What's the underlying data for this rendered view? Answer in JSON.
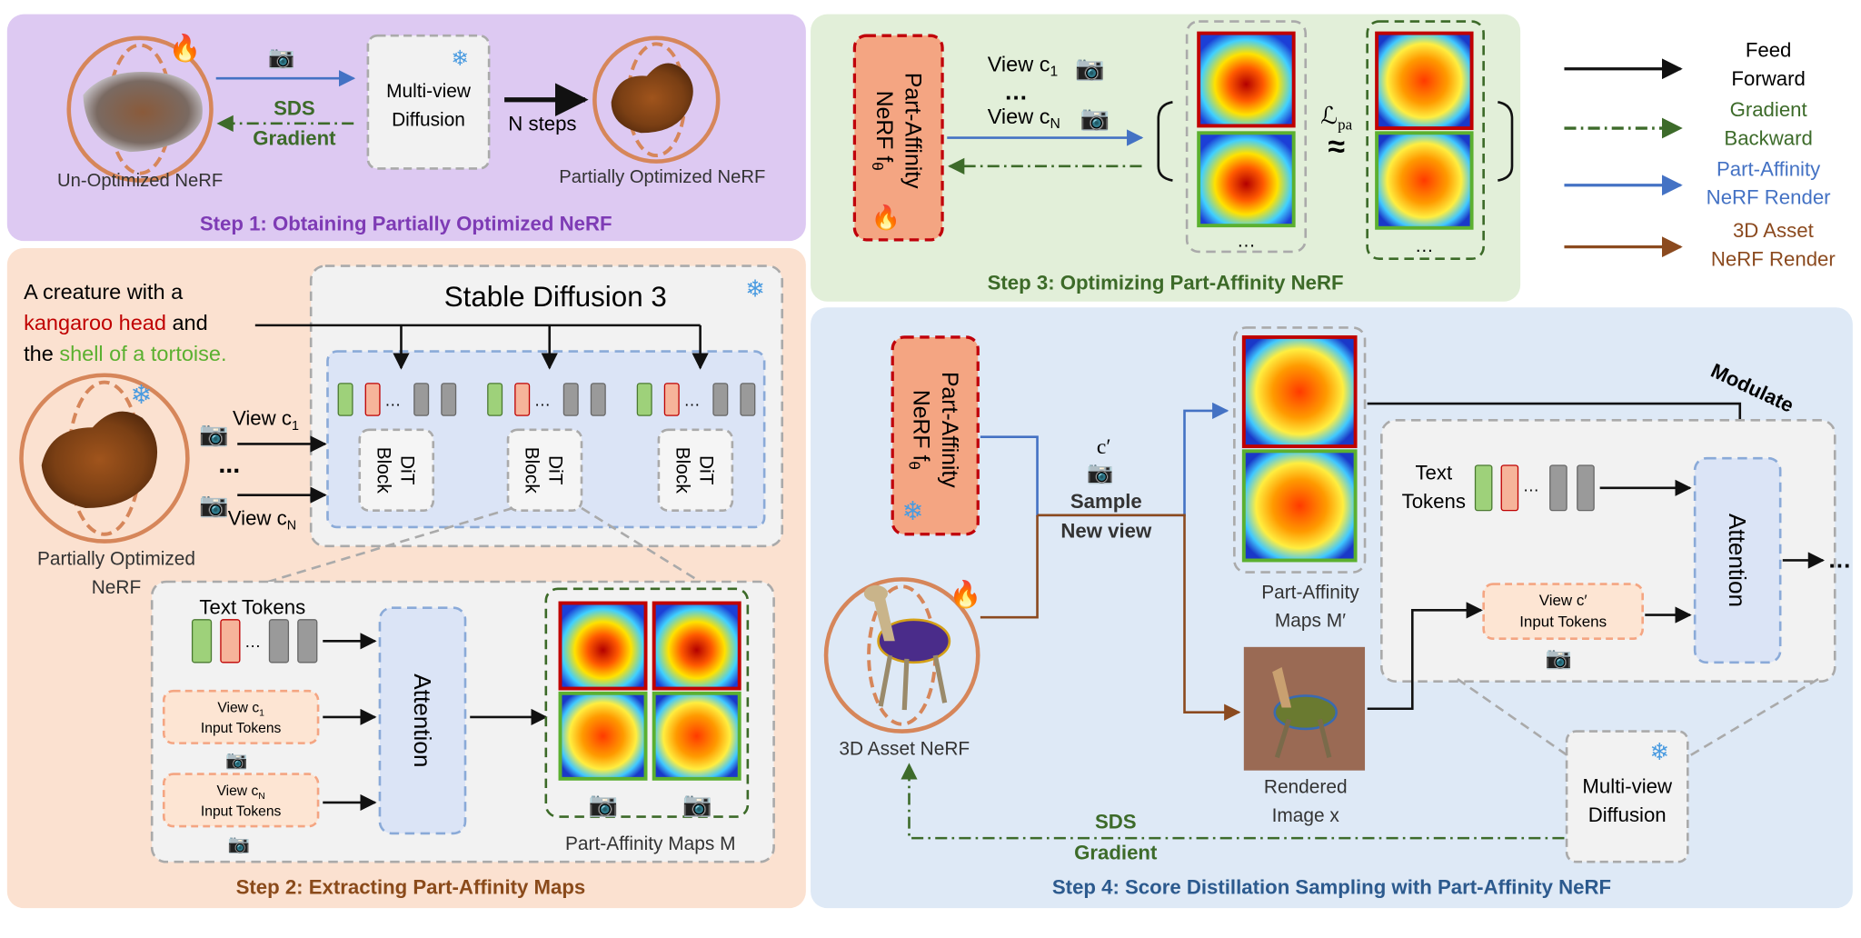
{
  "legend": {
    "feed_forward": [
      "Feed",
      "Forward"
    ],
    "gradient_backward": [
      "Gradient",
      "Backward"
    ],
    "pa_render": [
      "Part-Affinity",
      "NeRF Render"
    ],
    "asset_render": [
      "3D Asset",
      "NeRF Render"
    ]
  },
  "step1": {
    "title": "Step 1: Obtaining Partially Optimized NeRF",
    "unopt_label": "Un-Optimized NeRF",
    "partial_label": "Partially Optimized  NeRF",
    "mv_diffusion": [
      "Multi-view",
      "Diffusion"
    ],
    "sds": "SDS",
    "gradient": "Gradient",
    "n_steps": "N steps"
  },
  "step2": {
    "title": "Step 2:  Extracting Part-Affinity Maps",
    "prompt": [
      "A creature with a",
      "kangaroo head",
      " and",
      "the ",
      "shell of a tortoise."
    ],
    "sd3": "Stable Diffusion 3",
    "view_c1": "View c",
    "view_cn": "View c",
    "dots": "...",
    "partial_label": [
      "Partially Optimized",
      "NeRF"
    ],
    "dit": [
      "DiT",
      "Block"
    ],
    "text_tokens": "Text Tokens",
    "view_c1_tokens": [
      "View c",
      "Input Tokens"
    ],
    "view_cn_tokens": [
      "View c",
      "Input Tokens"
    ],
    "attention": "Attention",
    "maps_label": "Part-Affinity Maps M"
  },
  "step3": {
    "title": "Step 3: Optimizing Part-Affinity NeRF",
    "pa_nerf": [
      "Part-Affinity",
      "NeRF f"
    ],
    "view_c1": "View c",
    "view_cn": "View c",
    "loss": "ℒ",
    "loss_sub": "pa",
    "approx": "≈",
    "ellipsis": "…"
  },
  "step4": {
    "title": "Step 4: Score Distillation Sampling with Part-Affinity NeRF",
    "pa_nerf": [
      "Part-Affinity",
      "NeRF f"
    ],
    "c_prime": "c′",
    "sample": [
      "Sample",
      "New view"
    ],
    "asset_label": "3D Asset NeRF",
    "maps_label": [
      "Part-Affinity",
      "Maps M′"
    ],
    "rendered_label": [
      "Rendered",
      "Image x"
    ],
    "modulate": "Modulate",
    "text_tokens": [
      "Text",
      "Tokens"
    ],
    "view_tokens": [
      "View c′",
      "Input Tokens"
    ],
    "attention": "Attention",
    "mv_diffusion": [
      "Multi-view",
      "Diffusion"
    ],
    "sds": "SDS",
    "gradient": "Gradient"
  },
  "colors": {
    "step1_bg": "#ddc9f2",
    "step2_bg": "#fbe1d0",
    "step3_bg": "#e2efd9",
    "step4_bg": "#dee9f6",
    "step1_title": "#7e3bb5",
    "step2_title": "#8a4a1a",
    "step3_title": "#3c6a28",
    "step4_title": "#2c5a8e",
    "feed": "#111111",
    "gradient": "#3d6b2a",
    "pa_render": "#4472c4",
    "asset_render": "#8b4a1f",
    "pa_nerf_fill": "#f4a582",
    "pa_nerf_border": "#c0000a"
  }
}
